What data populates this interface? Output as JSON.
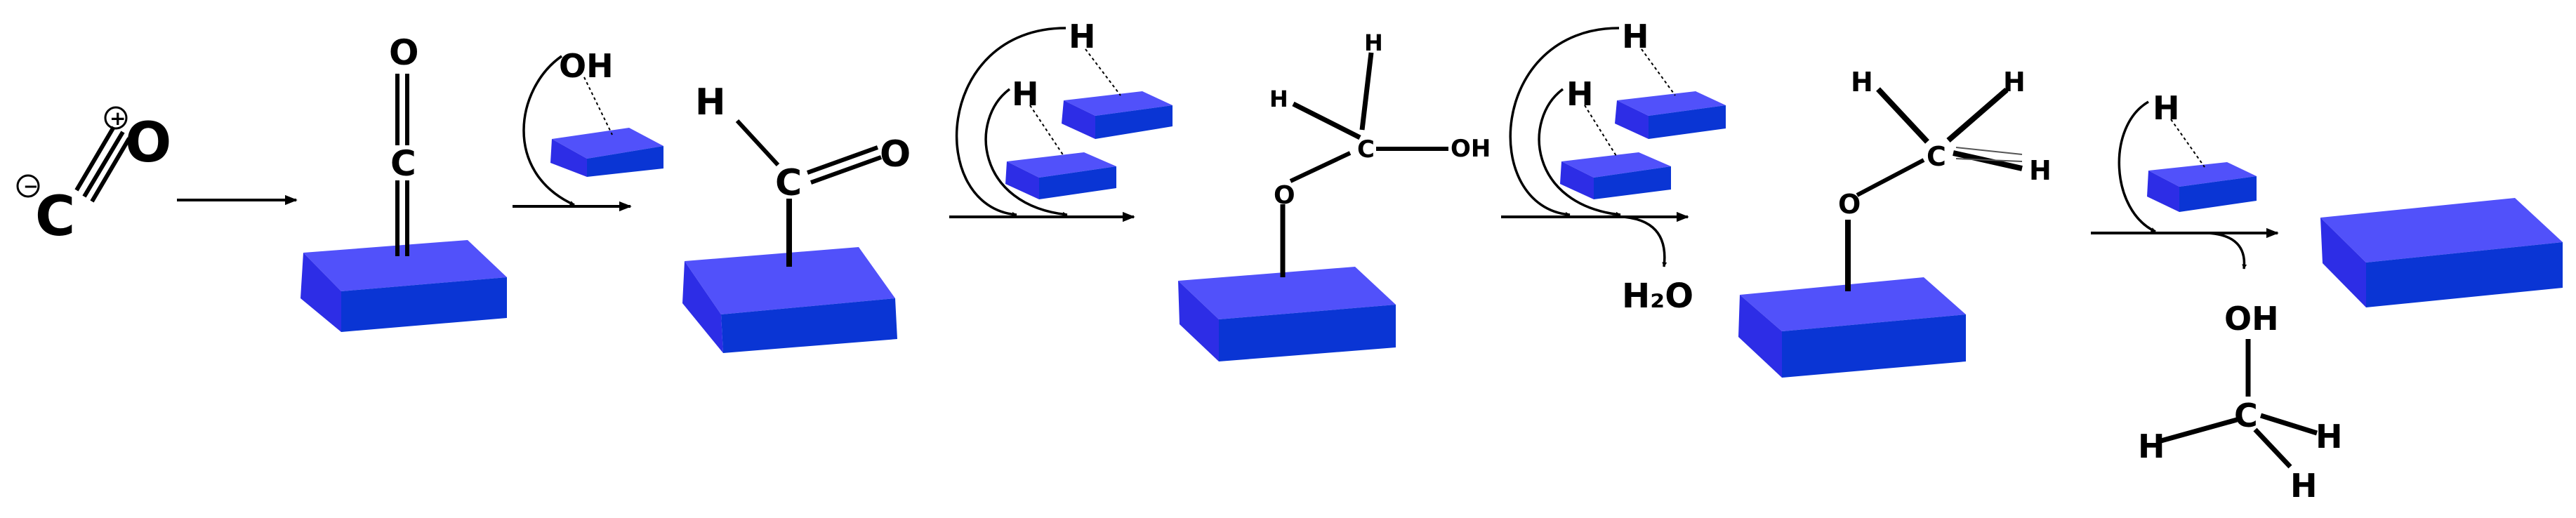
{
  "colors": {
    "slab_top": "#5151fa",
    "slab_front": "#0a35d4",
    "slab_side": "#2d2de6",
    "ink": "#000000"
  },
  "labels": {
    "co_c": "C",
    "co_o": "O",
    "co_minus": "−",
    "co_plus": "+",
    "ads_co_o": "O",
    "ads_co_c": "C",
    "oh": "OH",
    "formyl_h": "H",
    "formyl_c": "C",
    "formyl_o": "O",
    "h_a1": "H",
    "h_a2": "H",
    "ch2oh_h1": "H",
    "ch2oh_h2": "H",
    "ch2oh_c": "C",
    "ch2oh_oh": "OH",
    "ch2oh_o": "O",
    "h_b1": "H",
    "h_b2": "H",
    "water": "H₂O",
    "ch3o_h1": "H",
    "ch3o_h2": "H",
    "ch3o_h3": "H",
    "ch3o_c": "C",
    "ch3o_o": "O",
    "h_c": "H",
    "meoh_oh": "OH",
    "meoh_c": "C",
    "meoh_h1": "H",
    "meoh_h2": "H",
    "meoh_h3": "H"
  }
}
